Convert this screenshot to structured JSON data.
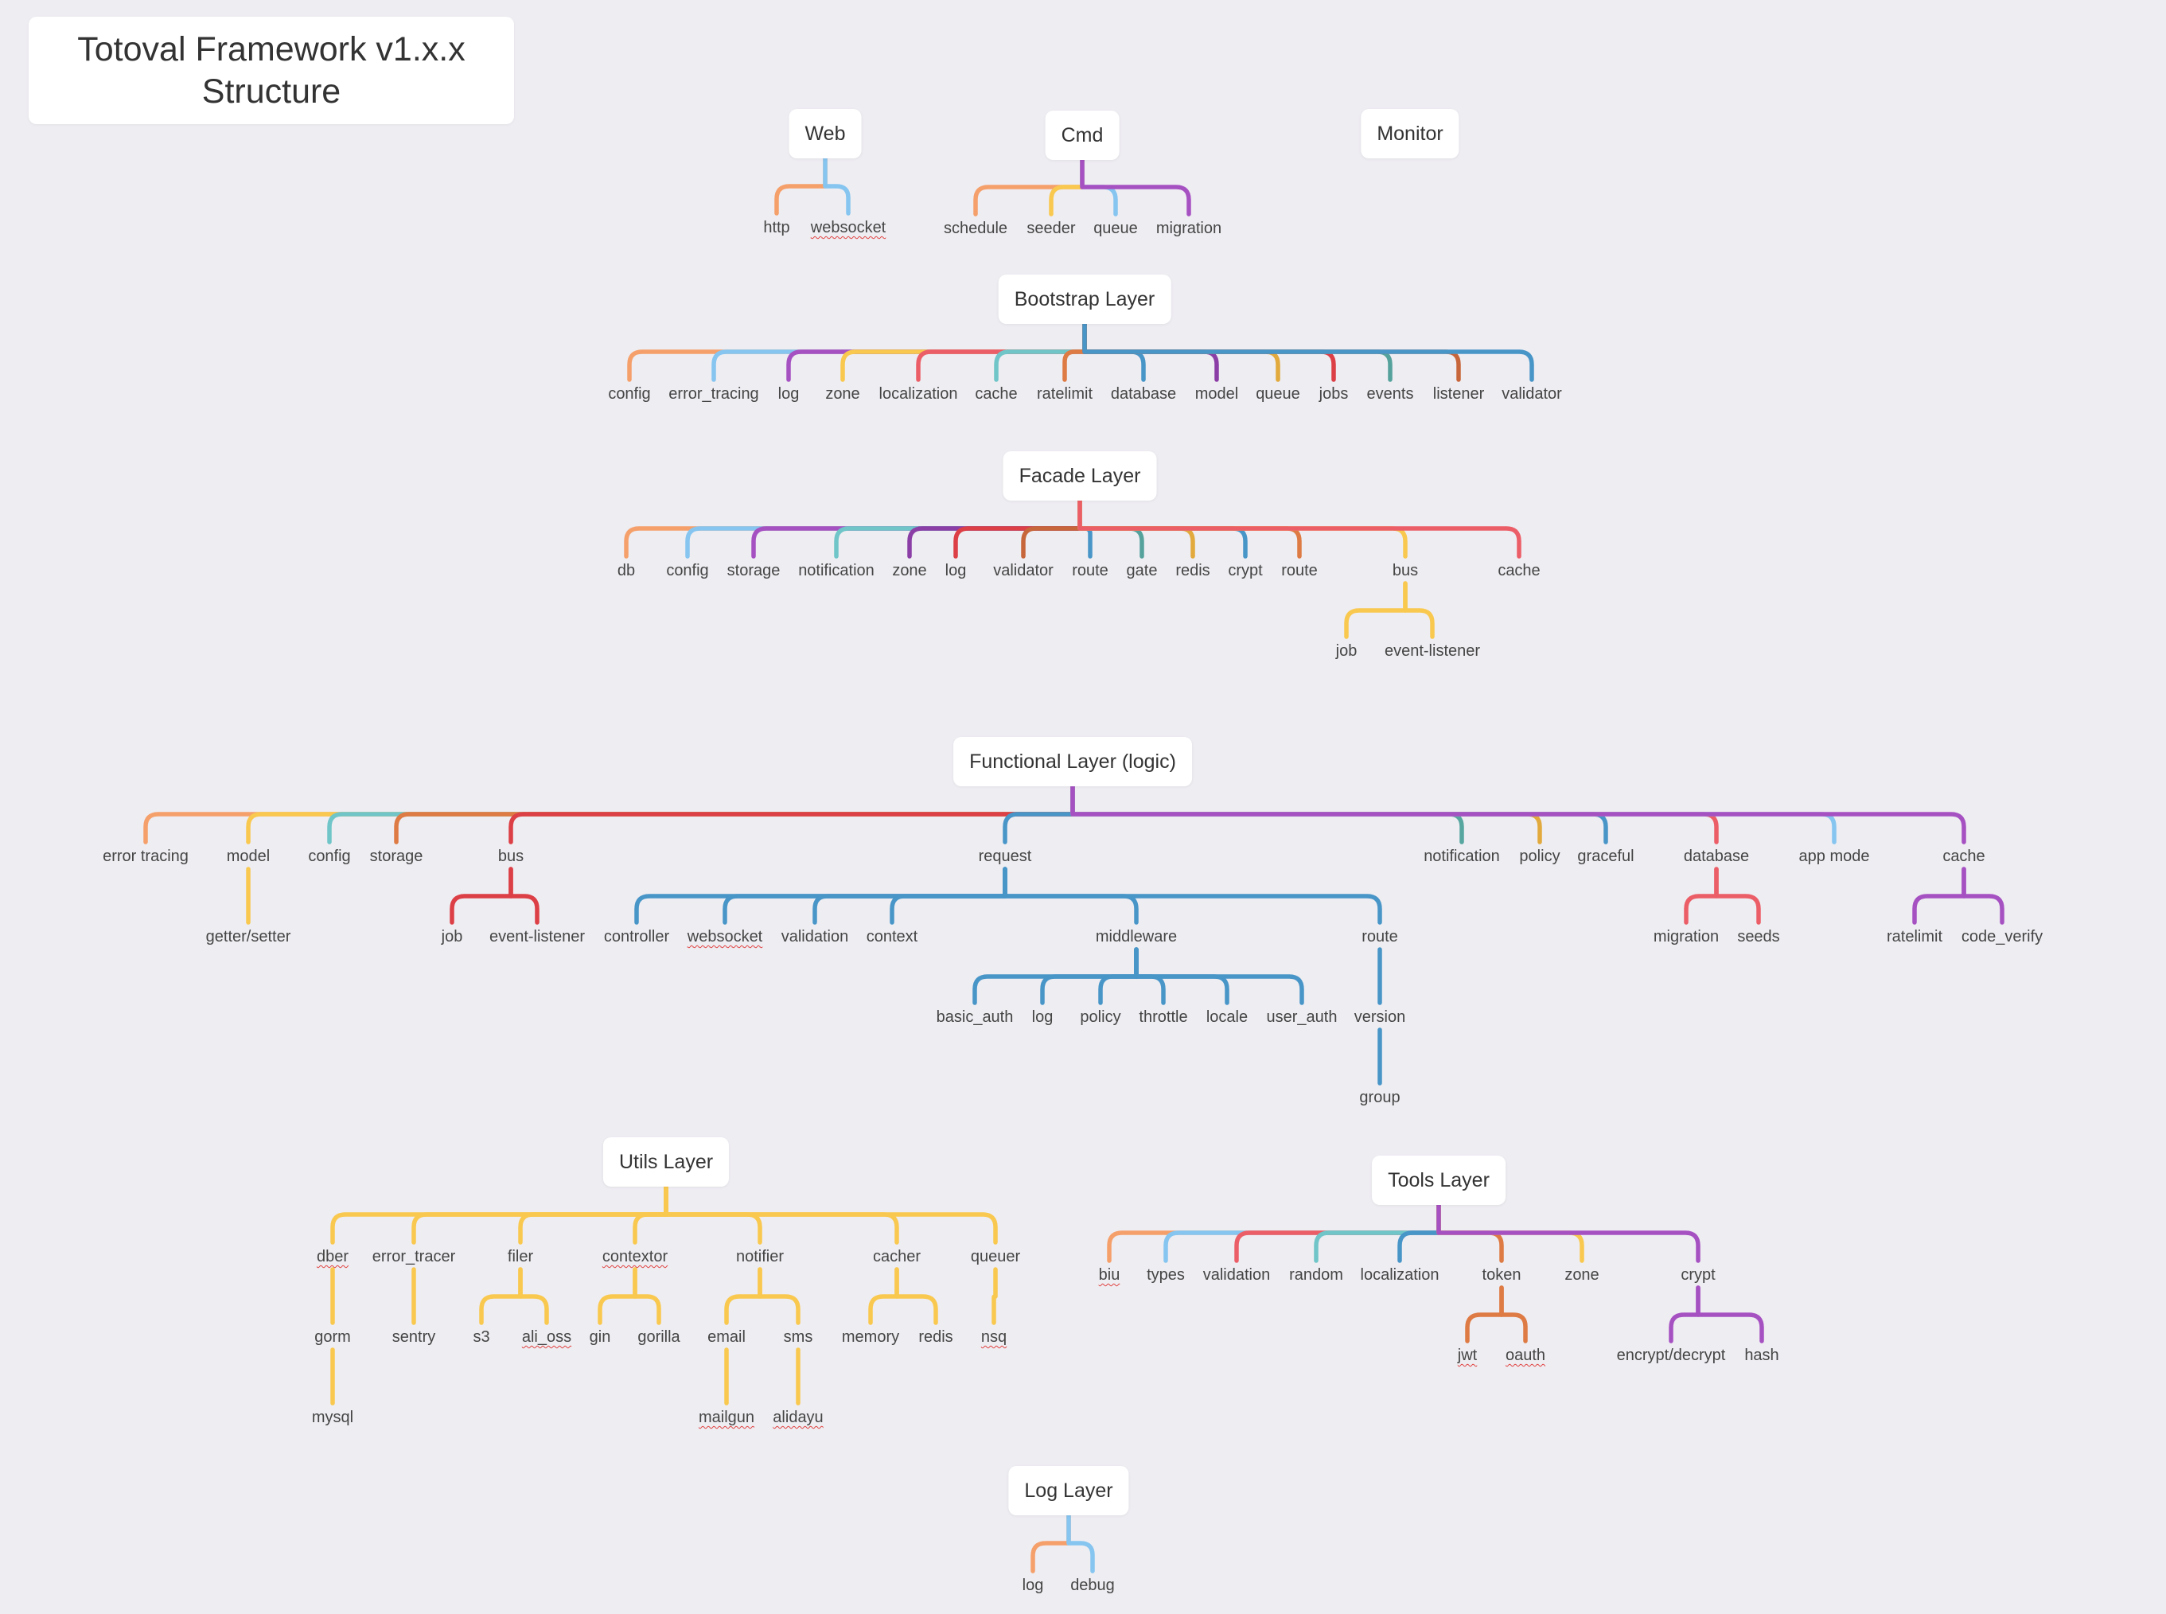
{
  "title": {
    "line1": "Totoval Framework v1.x.x",
    "line2": "Structure"
  },
  "colors": {
    "background": "#eeedf2",
    "orange": "#f5a06b",
    "lightblue": "#85c5f0",
    "yellow": "#f9c84e",
    "purple": "#a651c2",
    "red": "#ec5e67",
    "teal": "#6fc5c8",
    "rust": "#de7a43",
    "blue": "#4895c8",
    "darkpurple": "#8b3fa6",
    "gold": "#e2a93c",
    "crimson": "#dc3f45",
    "seagreen": "#55a29c",
    "brown": "#c7663a",
    "steel": "#4895c8",
    "green": "#57a6a0"
  },
  "nodes": [
    {
      "id": "web",
      "label": "Web",
      "type": "box"
    },
    {
      "id": "web_http",
      "label": "http"
    },
    {
      "id": "web_ws",
      "label": "websocket",
      "squiggle": true
    },
    {
      "id": "cmd",
      "label": "Cmd",
      "type": "box"
    },
    {
      "id": "cmd_schedule",
      "label": "schedule"
    },
    {
      "id": "cmd_seeder",
      "label": "seeder"
    },
    {
      "id": "cmd_queue",
      "label": "queue"
    },
    {
      "id": "cmd_migration",
      "label": "migration"
    },
    {
      "id": "monitor",
      "label": "Monitor",
      "type": "box"
    },
    {
      "id": "boot",
      "label": "Bootstrap Layer",
      "type": "box"
    },
    {
      "id": "b_config",
      "label": "config"
    },
    {
      "id": "b_error",
      "label": "error_tracing"
    },
    {
      "id": "b_log",
      "label": "log"
    },
    {
      "id": "b_zone",
      "label": "zone"
    },
    {
      "id": "b_loc",
      "label": "localization"
    },
    {
      "id": "b_cache",
      "label": "cache"
    },
    {
      "id": "b_rate",
      "label": "ratelimit"
    },
    {
      "id": "b_db",
      "label": "database"
    },
    {
      "id": "b_model",
      "label": "model"
    },
    {
      "id": "b_queue",
      "label": "queue"
    },
    {
      "id": "b_jobs",
      "label": "jobs"
    },
    {
      "id": "b_events",
      "label": "events"
    },
    {
      "id": "b_listener",
      "label": "listener"
    },
    {
      "id": "b_validator",
      "label": "validator"
    },
    {
      "id": "facade",
      "label": "Facade Layer",
      "type": "box"
    },
    {
      "id": "f_db",
      "label": "db"
    },
    {
      "id": "f_config",
      "label": "config"
    },
    {
      "id": "f_storage",
      "label": "storage"
    },
    {
      "id": "f_notif",
      "label": "notification"
    },
    {
      "id": "f_zone",
      "label": "zone"
    },
    {
      "id": "f_log",
      "label": "log"
    },
    {
      "id": "f_validator",
      "label": "validator"
    },
    {
      "id": "f_route",
      "label": "route"
    },
    {
      "id": "f_gate",
      "label": "gate"
    },
    {
      "id": "f_redis",
      "label": "redis"
    },
    {
      "id": "f_crypt",
      "label": "crypt"
    },
    {
      "id": "f_route2",
      "label": "route"
    },
    {
      "id": "f_bus",
      "label": "bus"
    },
    {
      "id": "f_cache",
      "label": "cache"
    },
    {
      "id": "f_job",
      "label": "job"
    },
    {
      "id": "f_evl",
      "label": "event-listener"
    },
    {
      "id": "func",
      "label": "Functional Layer (logic)",
      "type": "box"
    },
    {
      "id": "fn_error",
      "label": "error tracing"
    },
    {
      "id": "fn_model",
      "label": "model"
    },
    {
      "id": "fn_getset",
      "label": "getter/setter"
    },
    {
      "id": "fn_config",
      "label": "config"
    },
    {
      "id": "fn_storage",
      "label": "storage"
    },
    {
      "id": "fn_bus",
      "label": "bus"
    },
    {
      "id": "fn_job",
      "label": "job"
    },
    {
      "id": "fn_evl",
      "label": "event-listener"
    },
    {
      "id": "fn_request",
      "label": "request"
    },
    {
      "id": "fn_controller",
      "label": "controller"
    },
    {
      "id": "fn_websocket",
      "label": "websocket",
      "squiggle": true
    },
    {
      "id": "fn_validation",
      "label": "validation"
    },
    {
      "id": "fn_context",
      "label": "context"
    },
    {
      "id": "fn_middleware",
      "label": "middleware"
    },
    {
      "id": "fn_basic",
      "label": "basic_auth"
    },
    {
      "id": "fn_mlog",
      "label": "log"
    },
    {
      "id": "fn_policy_m",
      "label": "policy"
    },
    {
      "id": "fn_throttle",
      "label": "throttle"
    },
    {
      "id": "fn_locale",
      "label": "locale"
    },
    {
      "id": "fn_userauth",
      "label": "user_auth"
    },
    {
      "id": "fn_route",
      "label": "route"
    },
    {
      "id": "fn_version",
      "label": "version"
    },
    {
      "id": "fn_group",
      "label": "group"
    },
    {
      "id": "fn_notif",
      "label": "notification"
    },
    {
      "id": "fn_policy",
      "label": "policy"
    },
    {
      "id": "fn_graceful",
      "label": "graceful"
    },
    {
      "id": "fn_database",
      "label": "database"
    },
    {
      "id": "fn_migration",
      "label": "migration"
    },
    {
      "id": "fn_seeds",
      "label": "seeds"
    },
    {
      "id": "fn_appmode",
      "label": "app mode"
    },
    {
      "id": "fn_cache",
      "label": "cache"
    },
    {
      "id": "fn_ratelimit",
      "label": "ratelimit"
    },
    {
      "id": "fn_codeverify",
      "label": "code_verify"
    },
    {
      "id": "utils",
      "label": "Utils Layer",
      "type": "box"
    },
    {
      "id": "u_dber",
      "label": "dber",
      "squiggle": true
    },
    {
      "id": "u_gorm",
      "label": "gorm"
    },
    {
      "id": "u_mysql",
      "label": "mysql"
    },
    {
      "id": "u_errtracer",
      "label": "error_tracer"
    },
    {
      "id": "u_sentry",
      "label": "sentry"
    },
    {
      "id": "u_filer",
      "label": "filer"
    },
    {
      "id": "u_s3",
      "label": "s3"
    },
    {
      "id": "u_alioss",
      "label": "ali_oss",
      "squiggle": true
    },
    {
      "id": "u_contextor",
      "label": "contextor",
      "squiggle": true
    },
    {
      "id": "u_gin",
      "label": "gin"
    },
    {
      "id": "u_gorilla",
      "label": "gorilla"
    },
    {
      "id": "u_notifier",
      "label": "notifier"
    },
    {
      "id": "u_email",
      "label": "email"
    },
    {
      "id": "u_mailgun",
      "label": "mailgun",
      "squiggle": true
    },
    {
      "id": "u_sms",
      "label": "sms"
    },
    {
      "id": "u_alidayu",
      "label": "alidayu",
      "squiggle": true
    },
    {
      "id": "u_cacher",
      "label": "cacher"
    },
    {
      "id": "u_memory",
      "label": "memory"
    },
    {
      "id": "u_redis",
      "label": "redis"
    },
    {
      "id": "u_queuer",
      "label": "queuer"
    },
    {
      "id": "u_nsq",
      "label": "nsq",
      "squiggle": true
    },
    {
      "id": "tools",
      "label": "Tools Layer",
      "type": "box"
    },
    {
      "id": "t_biu",
      "label": "biu",
      "squiggle": true
    },
    {
      "id": "t_types",
      "label": "types"
    },
    {
      "id": "t_validation",
      "label": "validation"
    },
    {
      "id": "t_random",
      "label": "random"
    },
    {
      "id": "t_loc",
      "label": "localization"
    },
    {
      "id": "t_token",
      "label": "token"
    },
    {
      "id": "t_jwt",
      "label": "jwt",
      "squiggle": true
    },
    {
      "id": "t_oauth",
      "label": "oauth",
      "squiggle": true
    },
    {
      "id": "t_zone",
      "label": "zone"
    },
    {
      "id": "t_crypt",
      "label": "crypt"
    },
    {
      "id": "t_encdec",
      "label": "encrypt/decrypt"
    },
    {
      "id": "t_hash",
      "label": "hash"
    },
    {
      "id": "logl",
      "label": "Log Layer",
      "type": "box"
    },
    {
      "id": "l_log",
      "label": "log"
    },
    {
      "id": "l_debug",
      "label": "debug"
    }
  ],
  "edges": [
    {
      "from": "web",
      "to": "web_http",
      "color": "orange"
    },
    {
      "from": "web",
      "to": "web_ws",
      "color": "lightblue"
    },
    {
      "from": "cmd",
      "to": "cmd_schedule",
      "color": "orange"
    },
    {
      "from": "cmd",
      "to": "cmd_seeder",
      "color": "yellow"
    },
    {
      "from": "cmd",
      "to": "cmd_queue",
      "color": "lightblue"
    },
    {
      "from": "cmd",
      "to": "cmd_migration",
      "color": "purple"
    },
    {
      "from": "boot",
      "to": "b_config",
      "color": "orange"
    },
    {
      "from": "boot",
      "to": "b_error",
      "color": "lightblue"
    },
    {
      "from": "boot",
      "to": "b_log",
      "color": "purple"
    },
    {
      "from": "boot",
      "to": "b_zone",
      "color": "yellow"
    },
    {
      "from": "boot",
      "to": "b_loc",
      "color": "red"
    },
    {
      "from": "boot",
      "to": "b_cache",
      "color": "teal"
    },
    {
      "from": "boot",
      "to": "b_rate",
      "color": "rust"
    },
    {
      "from": "boot",
      "to": "b_db",
      "color": "blue"
    },
    {
      "from": "boot",
      "to": "b_model",
      "color": "darkpurple"
    },
    {
      "from": "boot",
      "to": "b_queue",
      "color": "gold"
    },
    {
      "from": "boot",
      "to": "b_jobs",
      "color": "crimson"
    },
    {
      "from": "boot",
      "to": "b_events",
      "color": "seagreen"
    },
    {
      "from": "boot",
      "to": "b_listener",
      "color": "brown"
    },
    {
      "from": "boot",
      "to": "b_validator",
      "color": "steel"
    },
    {
      "from": "facade",
      "to": "f_db",
      "color": "orange"
    },
    {
      "from": "facade",
      "to": "f_config",
      "color": "lightblue"
    },
    {
      "from": "facade",
      "to": "f_storage",
      "color": "purple"
    },
    {
      "from": "facade",
      "to": "f_notif",
      "color": "teal"
    },
    {
      "from": "facade",
      "to": "f_zone",
      "color": "darkpurple"
    },
    {
      "from": "facade",
      "to": "f_log",
      "color": "crimson"
    },
    {
      "from": "facade",
      "to": "f_validator",
      "color": "brown"
    },
    {
      "from": "facade",
      "to": "f_route",
      "color": "blue"
    },
    {
      "from": "facade",
      "to": "f_gate",
      "color": "seagreen"
    },
    {
      "from": "facade",
      "to": "f_redis",
      "color": "gold"
    },
    {
      "from": "facade",
      "to": "f_crypt",
      "color": "steel"
    },
    {
      "from": "facade",
      "to": "f_route2",
      "color": "rust"
    },
    {
      "from": "facade",
      "to": "f_bus",
      "color": "yellow"
    },
    {
      "from": "facade",
      "to": "f_cache",
      "color": "red"
    },
    {
      "from": "f_bus",
      "to": "f_job",
      "color": "yellow"
    },
    {
      "from": "f_bus",
      "to": "f_evl",
      "color": "yellow"
    },
    {
      "from": "func",
      "to": "fn_error",
      "color": "orange"
    },
    {
      "from": "func",
      "to": "fn_model",
      "color": "yellow"
    },
    {
      "from": "func",
      "to": "fn_config",
      "color": "teal"
    },
    {
      "from": "func",
      "to": "fn_storage",
      "color": "rust"
    },
    {
      "from": "func",
      "to": "fn_bus",
      "color": "crimson"
    },
    {
      "from": "func",
      "to": "fn_request",
      "color": "blue"
    },
    {
      "from": "func",
      "to": "fn_notif",
      "color": "green"
    },
    {
      "from": "func",
      "to": "fn_policy",
      "color": "gold"
    },
    {
      "from": "func",
      "to": "fn_graceful",
      "color": "blue"
    },
    {
      "from": "func",
      "to": "fn_database",
      "color": "red"
    },
    {
      "from": "func",
      "to": "fn_appmode",
      "color": "lightblue"
    },
    {
      "from": "func",
      "to": "fn_cache",
      "color": "purple"
    },
    {
      "from": "fn_model",
      "to": "fn_getset",
      "color": "yellow"
    },
    {
      "from": "fn_bus",
      "to": "fn_job",
      "color": "crimson"
    },
    {
      "from": "fn_bus",
      "to": "fn_evl",
      "color": "crimson"
    },
    {
      "from": "fn_request",
      "to": "fn_controller",
      "color": "blue"
    },
    {
      "from": "fn_request",
      "to": "fn_websocket",
      "color": "blue"
    },
    {
      "from": "fn_request",
      "to": "fn_validation",
      "color": "blue"
    },
    {
      "from": "fn_request",
      "to": "fn_context",
      "color": "blue"
    },
    {
      "from": "fn_request",
      "to": "fn_middleware",
      "color": "blue"
    },
    {
      "from": "fn_request",
      "to": "fn_route",
      "color": "blue"
    },
    {
      "from": "fn_middleware",
      "to": "fn_basic",
      "color": "blue"
    },
    {
      "from": "fn_middleware",
      "to": "fn_mlog",
      "color": "blue"
    },
    {
      "from": "fn_middleware",
      "to": "fn_policy_m",
      "color": "blue"
    },
    {
      "from": "fn_middleware",
      "to": "fn_throttle",
      "color": "blue"
    },
    {
      "from": "fn_middleware",
      "to": "fn_locale",
      "color": "blue"
    },
    {
      "from": "fn_middleware",
      "to": "fn_userauth",
      "color": "blue"
    },
    {
      "from": "fn_route",
      "to": "fn_version",
      "color": "blue"
    },
    {
      "from": "fn_version",
      "to": "fn_group",
      "color": "blue"
    },
    {
      "from": "fn_database",
      "to": "fn_migration",
      "color": "red"
    },
    {
      "from": "fn_database",
      "to": "fn_seeds",
      "color": "red"
    },
    {
      "from": "fn_cache",
      "to": "fn_ratelimit",
      "color": "purple"
    },
    {
      "from": "fn_cache",
      "to": "fn_codeverify",
      "color": "purple"
    },
    {
      "from": "utils",
      "to": "u_dber",
      "color": "yellow"
    },
    {
      "from": "utils",
      "to": "u_errtracer",
      "color": "yellow"
    },
    {
      "from": "utils",
      "to": "u_filer",
      "color": "yellow"
    },
    {
      "from": "utils",
      "to": "u_contextor",
      "color": "yellow"
    },
    {
      "from": "utils",
      "to": "u_notifier",
      "color": "yellow"
    },
    {
      "from": "utils",
      "to": "u_cacher",
      "color": "yellow"
    },
    {
      "from": "utils",
      "to": "u_queuer",
      "color": "yellow"
    },
    {
      "from": "u_dber",
      "to": "u_gorm",
      "color": "yellow"
    },
    {
      "from": "u_gorm",
      "to": "u_mysql",
      "color": "yellow"
    },
    {
      "from": "u_errtracer",
      "to": "u_sentry",
      "color": "yellow"
    },
    {
      "from": "u_filer",
      "to": "u_s3",
      "color": "yellow"
    },
    {
      "from": "u_filer",
      "to": "u_alioss",
      "color": "yellow"
    },
    {
      "from": "u_contextor",
      "to": "u_gin",
      "color": "yellow"
    },
    {
      "from": "u_contextor",
      "to": "u_gorilla",
      "color": "yellow"
    },
    {
      "from": "u_notifier",
      "to": "u_email",
      "color": "yellow"
    },
    {
      "from": "u_notifier",
      "to": "u_sms",
      "color": "yellow"
    },
    {
      "from": "u_email",
      "to": "u_mailgun",
      "color": "yellow"
    },
    {
      "from": "u_sms",
      "to": "u_alidayu",
      "color": "yellow"
    },
    {
      "from": "u_cacher",
      "to": "u_memory",
      "color": "yellow"
    },
    {
      "from": "u_cacher",
      "to": "u_redis",
      "color": "yellow"
    },
    {
      "from": "u_queuer",
      "to": "u_nsq",
      "color": "yellow"
    },
    {
      "from": "tools",
      "to": "t_biu",
      "color": "orange"
    },
    {
      "from": "tools",
      "to": "t_types",
      "color": "lightblue"
    },
    {
      "from": "tools",
      "to": "t_validation",
      "color": "red"
    },
    {
      "from": "tools",
      "to": "t_random",
      "color": "teal"
    },
    {
      "from": "tools",
      "to": "t_loc",
      "color": "blue"
    },
    {
      "from": "tools",
      "to": "t_token",
      "color": "rust"
    },
    {
      "from": "tools",
      "to": "t_zone",
      "color": "yellow"
    },
    {
      "from": "tools",
      "to": "t_crypt",
      "color": "purple"
    },
    {
      "from": "t_token",
      "to": "t_jwt",
      "color": "rust"
    },
    {
      "from": "t_token",
      "to": "t_oauth",
      "color": "rust"
    },
    {
      "from": "t_crypt",
      "to": "t_encdec",
      "color": "purple"
    },
    {
      "from": "t_crypt",
      "to": "t_hash",
      "color": "purple"
    },
    {
      "from": "logl",
      "to": "l_log",
      "color": "orange"
    },
    {
      "from": "logl",
      "to": "l_debug",
      "color": "lightblue"
    }
  ]
}
